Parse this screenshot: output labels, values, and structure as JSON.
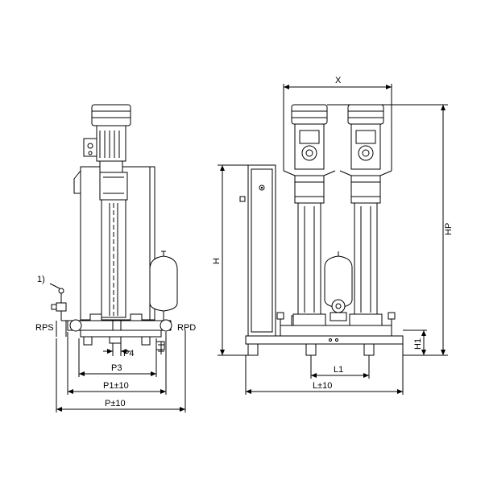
{
  "colors": {
    "line": "#000000",
    "fill_light": "#ffffff",
    "tank_fill": "#eeeeee"
  },
  "labels": {
    "note": "1)",
    "rps": "RPS",
    "rpd": "RPD",
    "p3": "P3",
    "p4": "P4",
    "p1": "P1±10",
    "p": "P±10",
    "x": "X",
    "hp": "HP",
    "h": "H",
    "h1": "H1",
    "l1": "L1",
    "l": "L±10"
  }
}
